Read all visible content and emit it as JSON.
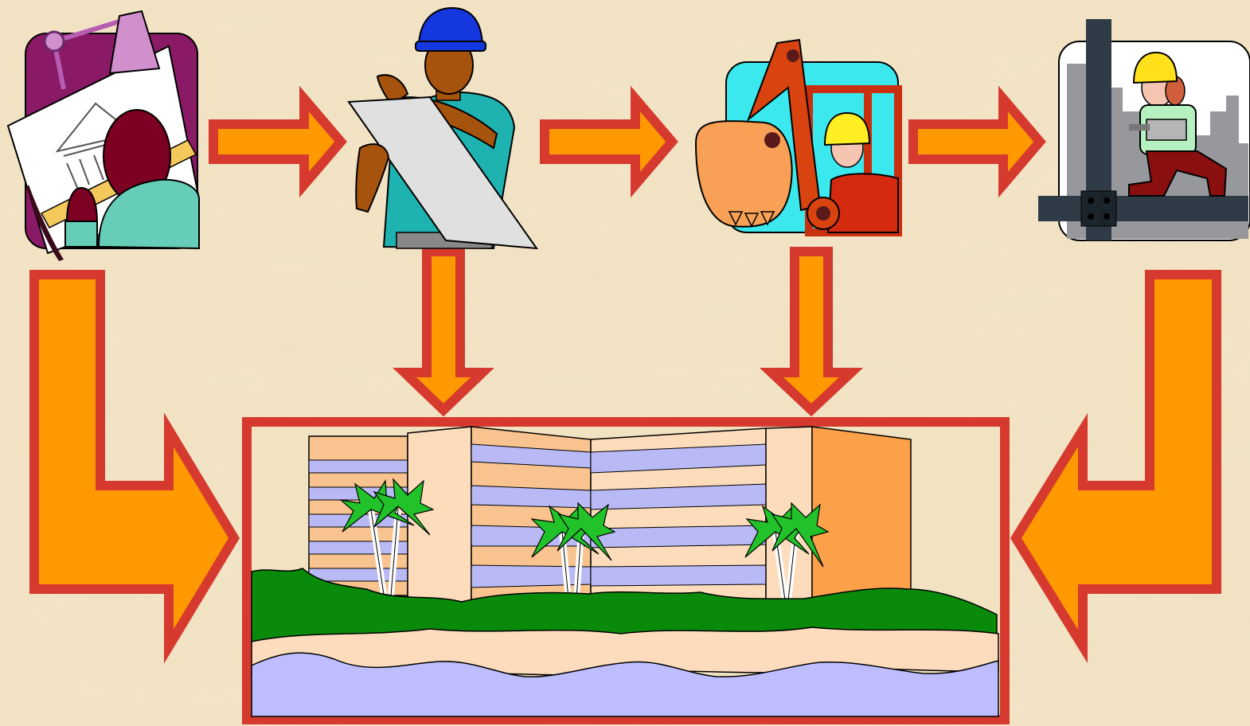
{
  "diagram": {
    "type": "construction-process-flow",
    "steps": [
      {
        "id": "design",
        "icon": "architect-drafting-icon"
      },
      {
        "id": "planning",
        "icon": "engineer-with-blueprint-icon"
      },
      {
        "id": "excavation",
        "icon": "excavator-icon"
      },
      {
        "id": "construction",
        "icon": "construction-worker-drilling-icon"
      }
    ],
    "result": {
      "icon": "beachfront-hotel-icon"
    },
    "colors": {
      "background": "#f1e2c2",
      "arrow_fill": "#ff9900",
      "arrow_stroke": "#d63a2f",
      "frame_stroke": "#d63a2f",
      "water": "#bdbdff",
      "sand": "#fcdcbc",
      "grass": "#0a8a0a",
      "building_light": "#fddcbb",
      "building_orange": "#fca04a",
      "stripe_blue": "#b9b9f5"
    }
  }
}
